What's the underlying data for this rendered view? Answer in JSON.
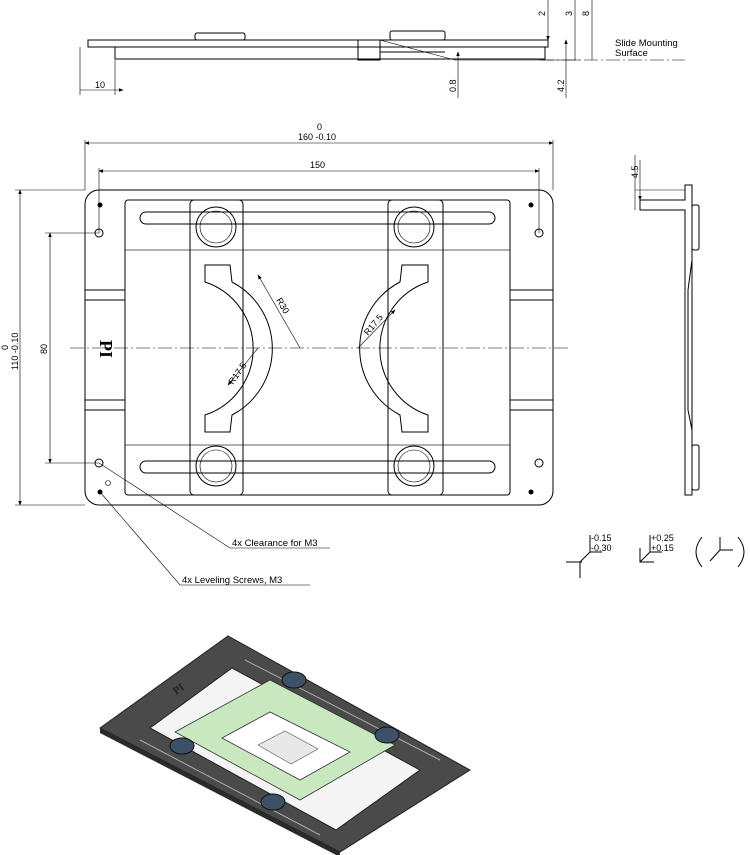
{
  "side_view_top": {
    "dims": {
      "d2": "2",
      "d3": "3",
      "d8": "8",
      "d0_8": "0.8",
      "d4_2": "4.2",
      "d10": "10"
    },
    "note_line1": "Slide Mounting",
    "note_line2": "Surface"
  },
  "top_view": {
    "width_tol_upper": "0",
    "width": "160 -0.10",
    "hole_spacing_x": "150",
    "height_tol_upper": "0",
    "height": "110 -0.10",
    "hole_spacing_y": "80",
    "radius_large": "R30",
    "radius_small_left": "R17.5",
    "radius_small_right": "R17.5",
    "logo": "PI",
    "callout_clearance": "4x Clearance for M3",
    "callout_leveling": "4x Leveling Screws, M3"
  },
  "side_view_right": {
    "dim": "4.5"
  },
  "tolerance_symbols": {
    "sym1_upper": "-0.15",
    "sym1_lower": "-0.30",
    "sym2_upper": "+0.25",
    "sym2_lower": "+0.15"
  },
  "colors": {
    "frame": "#4a4a4a",
    "carrier": "#c9e8c0",
    "knob": "#3c5068"
  }
}
